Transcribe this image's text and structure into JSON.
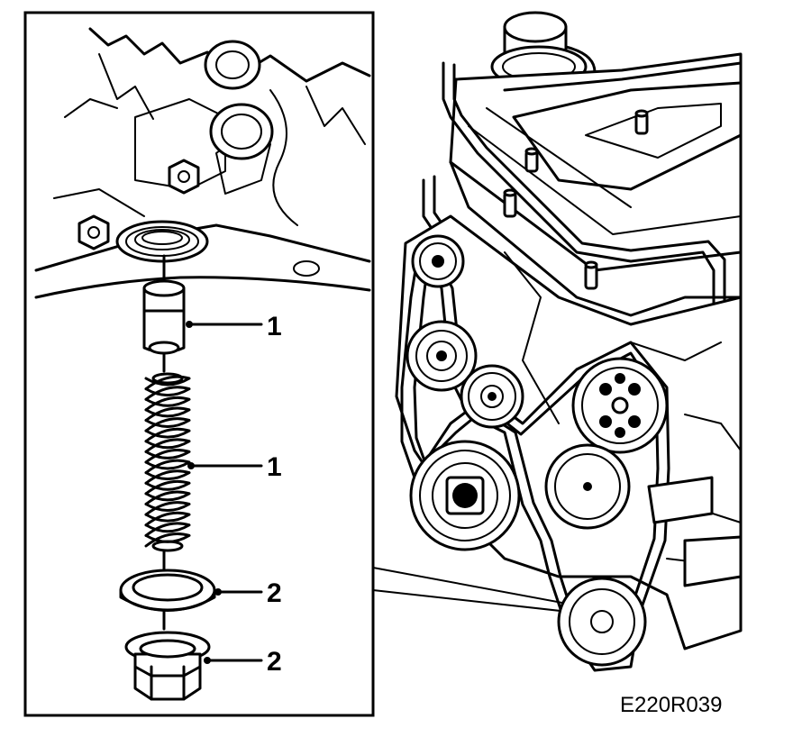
{
  "callouts": [
    {
      "label": "1"
    },
    {
      "label": "1"
    },
    {
      "label": "2"
    },
    {
      "label": "2"
    }
  ],
  "figure_code": "E220R039"
}
